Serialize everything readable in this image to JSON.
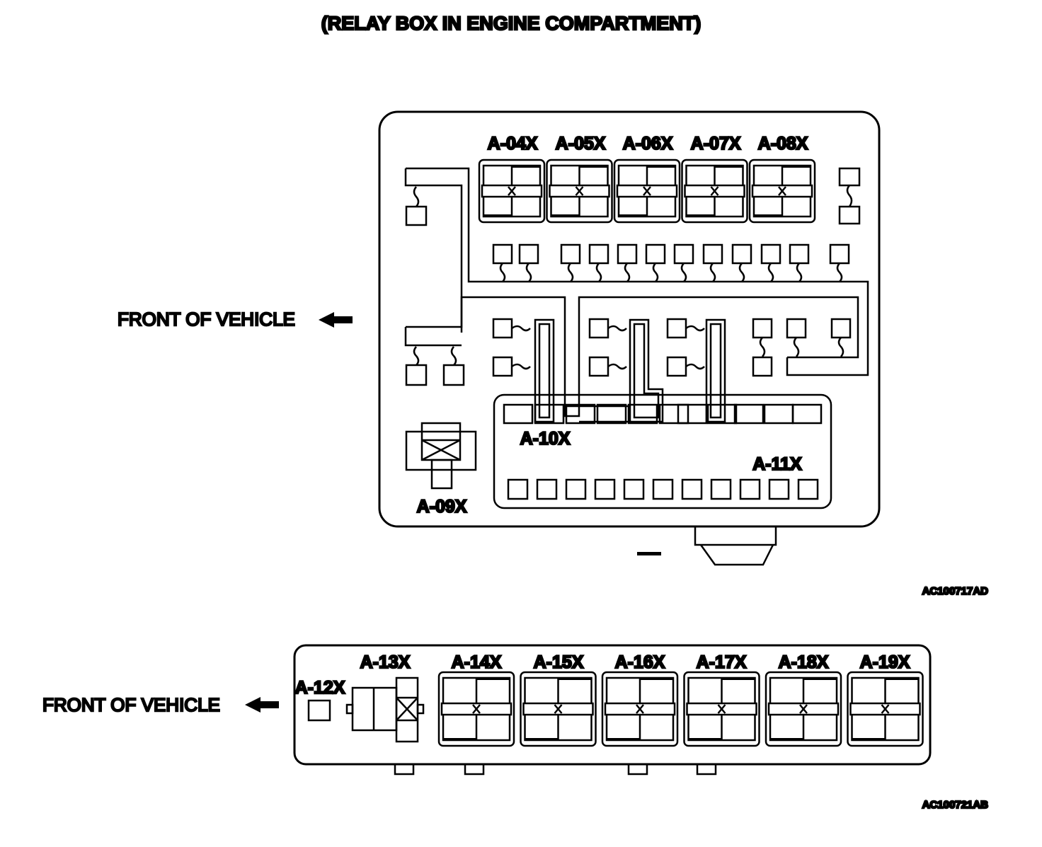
{
  "title": "(RELAY BOX IN ENGINE COMPARTMENT)",
  "upper_box": {
    "front_label": "FRONT OF VEHICLE",
    "relays_top": [
      "A-04X",
      "A-05X",
      "A-06X",
      "A-07X",
      "A-08X"
    ],
    "relay_a09": "A-09X",
    "connector_a10": "A-10X",
    "connector_a11": "A-11X",
    "figure_code": "AC100717AD"
  },
  "lower_box": {
    "front_label": "FRONT OF VEHICLE",
    "connector_a12": "A-12X",
    "connector_a13": "A-13X",
    "relays": [
      "A-14X",
      "A-15X",
      "A-16X",
      "A-17X",
      "A-18X",
      "A-19X"
    ],
    "figure_code": "AC100721AB"
  }
}
